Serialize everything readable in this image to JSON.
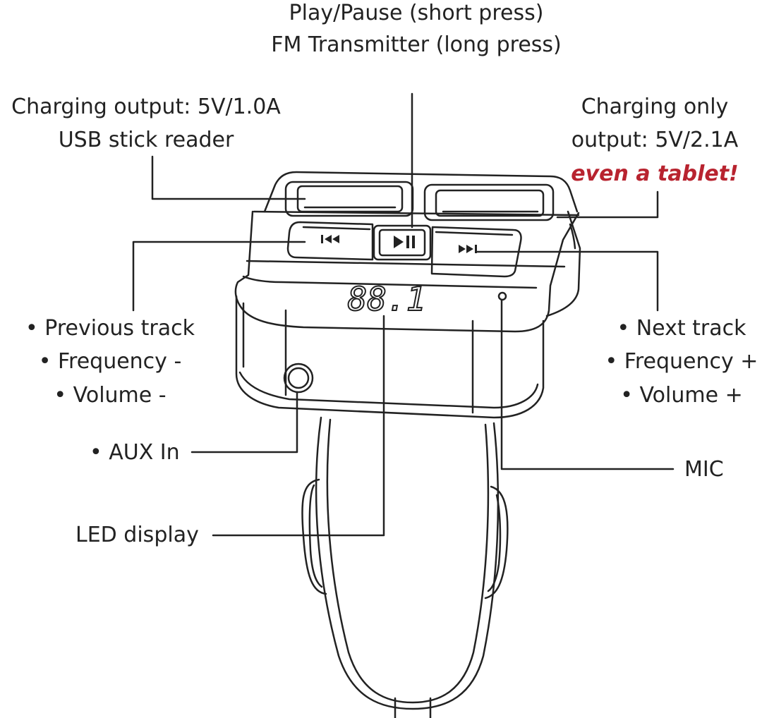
{
  "labels": {
    "play_pause_line1": "Play/Pause (short press)",
    "play_pause_line2": "FM Transmitter (long press)",
    "usb_left_line1": "Charging output: 5V/1.0A",
    "usb_left_line2": "USB stick reader",
    "usb_right_line1": "Charging only",
    "usb_right_line2": "output: 5V/2.1A",
    "usb_right_line3": "even a tablet!",
    "prev_1": "• Previous track",
    "prev_2": "• Frequency -",
    "prev_3": "• Volume -",
    "next_1": "• Next track",
    "next_2": "• Frequency +",
    "next_3": "• Volume +",
    "aux": "• AUX In",
    "mic": "MIC",
    "led": "LED display"
  },
  "device": {
    "display_text": "88.1",
    "prev_icon": "previous-track-icon",
    "play_icon": "play-pause-icon",
    "next_icon": "next-track-icon"
  },
  "colors": {
    "accent": "#b8232f",
    "line": "#222222"
  }
}
